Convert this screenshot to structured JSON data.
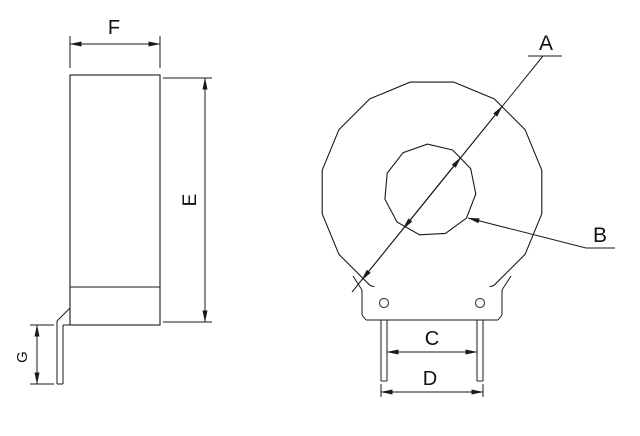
{
  "colors": {
    "ink": "#1a1a1a",
    "background": "#ffffff"
  },
  "labels": {
    "A": "A",
    "B": "B",
    "C": "C",
    "D": "D",
    "E": "E",
    "F": "F",
    "G": "G"
  }
}
